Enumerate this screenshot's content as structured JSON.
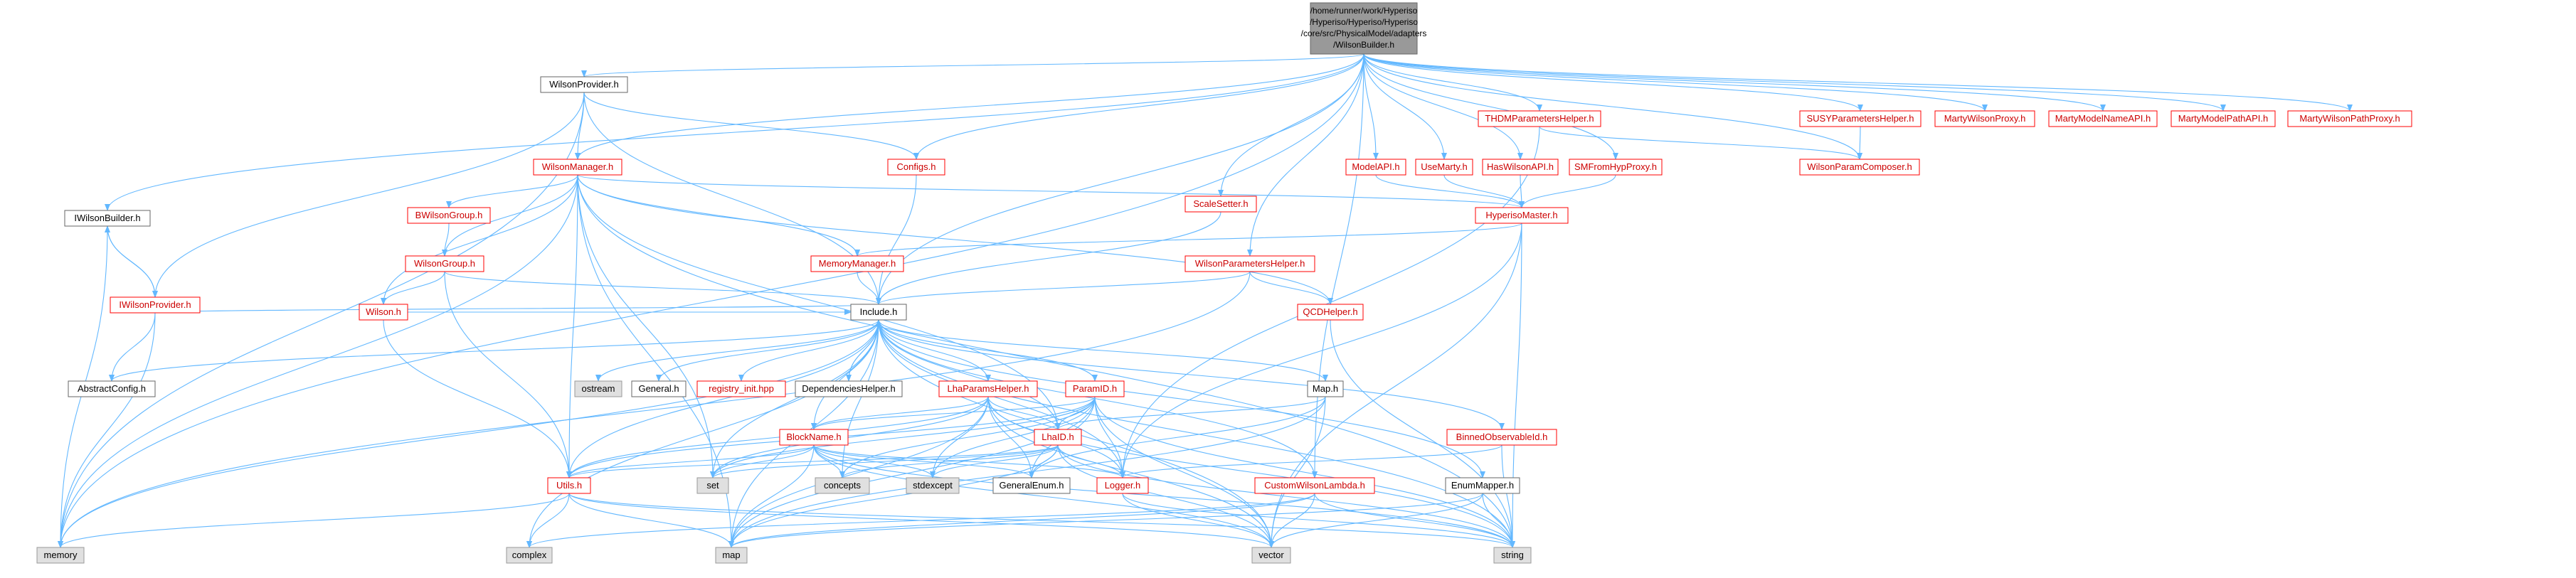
{
  "colors": {
    "edge": "#63b8ff",
    "node_fill": "#ffffff",
    "root_fill": "#999999",
    "grey_fill": "#e0e0e0",
    "red_border": "#ff0000",
    "black_border": "#666666",
    "red_text": "#cc0000",
    "black_text": "#000000"
  },
  "root": {
    "lines": [
      "/home/runner/work/Hyperiso",
      "/Hyperiso/Hyperiso/Hyperiso",
      "/core/src/PhysicalModel/adapters",
      "/WilsonBuilder.h"
    ]
  },
  "nodes": [
    {
      "id": "WilsonProvider_h",
      "label": "WilsonProvider.h",
      "style": "black"
    },
    {
      "id": "WilsonManager_h",
      "label": "WilsonManager.h",
      "style": "red"
    },
    {
      "id": "Configs_h",
      "label": "Configs.h",
      "style": "red"
    },
    {
      "id": "IWilsonBuilder_h",
      "label": "IWilsonBuilder.h",
      "style": "black"
    },
    {
      "id": "IWilsonProvider_h",
      "label": "IWilsonProvider.h",
      "style": "red"
    },
    {
      "id": "BWilsonGroup_h",
      "label": "BWilsonGroup.h",
      "style": "red"
    },
    {
      "id": "WilsonGroup_h",
      "label": "WilsonGroup.h",
      "style": "red"
    },
    {
      "id": "Wilson_h",
      "label": "Wilson.h",
      "style": "red"
    },
    {
      "id": "MemoryManager_h",
      "label": "MemoryManager.h",
      "style": "red"
    },
    {
      "id": "ScaleSetter_h",
      "label": "ScaleSetter.h",
      "style": "red"
    },
    {
      "id": "ModelAPI_h",
      "label": "ModelAPI.h",
      "style": "red"
    },
    {
      "id": "UseMarty_h",
      "label": "UseMarty.h",
      "style": "red"
    },
    {
      "id": "HasWilsonAPI_h",
      "label": "HasWilsonAPI.h",
      "style": "red"
    },
    {
      "id": "SMFromHypProxy_h",
      "label": "SMFromHypProxy.h",
      "style": "red"
    },
    {
      "id": "HyperisoMaster_h",
      "label": "HyperisoMaster.h",
      "style": "red"
    },
    {
      "id": "THDMParametersHelper_h",
      "label": "THDMParametersHelper.h",
      "style": "red"
    },
    {
      "id": "SUSYParametersHelper_h",
      "label": "SUSYParametersHelper.h",
      "style": "red"
    },
    {
      "id": "WilsonParamComposer_h",
      "label": "WilsonParamComposer.h",
      "style": "red"
    },
    {
      "id": "MartyWilsonProxy_h",
      "label": "MartyWilsonProxy.h",
      "style": "red"
    },
    {
      "id": "MartyModelNameAPI_h",
      "label": "MartyModelNameAPI.h",
      "style": "red"
    },
    {
      "id": "MartyModelPathAPI_h",
      "label": "MartyModelPathAPI.h",
      "style": "red"
    },
    {
      "id": "MartyWilsonPathProxy_h",
      "label": "MartyWilsonPathProxy.h",
      "style": "red"
    },
    {
      "id": "WilsonParametersHelper_h",
      "label": "WilsonParametersHelper.h",
      "style": "red"
    },
    {
      "id": "QCDHelper_h",
      "label": "QCDHelper.h",
      "style": "red"
    },
    {
      "id": "Include_h",
      "label": "Include.h",
      "style": "black"
    },
    {
      "id": "AbstractConfig_h",
      "label": "AbstractConfig.h",
      "style": "black"
    },
    {
      "id": "ostream",
      "label": "ostream",
      "style": "grey"
    },
    {
      "id": "General_h",
      "label": "General.h",
      "style": "black"
    },
    {
      "id": "registry_init_hpp",
      "label": "registry_init.hpp",
      "style": "red"
    },
    {
      "id": "DependenciesHelper_h",
      "label": "DependenciesHelper.h",
      "style": "black"
    },
    {
      "id": "LhaParamsHelper_h",
      "label": "LhaParamsHelper.h",
      "style": "red"
    },
    {
      "id": "ParamID_h",
      "label": "ParamID.h",
      "style": "red"
    },
    {
      "id": "Map_h",
      "label": "Map.h",
      "style": "black"
    },
    {
      "id": "BinnedObservableId_h",
      "label": "BinnedObservableId.h",
      "style": "red"
    },
    {
      "id": "BlockName_h",
      "label": "BlockName.h",
      "style": "red"
    },
    {
      "id": "LhaID_h",
      "label": "LhaID.h",
      "style": "red"
    },
    {
      "id": "Utils_h",
      "label": "Utils.h",
      "style": "red"
    },
    {
      "id": "set",
      "label": "set",
      "style": "grey"
    },
    {
      "id": "concepts",
      "label": "concepts",
      "style": "grey"
    },
    {
      "id": "stdexcept",
      "label": "stdexcept",
      "style": "grey"
    },
    {
      "id": "GeneralEnum_h",
      "label": "GeneralEnum.h",
      "style": "black"
    },
    {
      "id": "Logger_h",
      "label": "Logger.h",
      "style": "red"
    },
    {
      "id": "CustomWilsonLambda_h",
      "label": "CustomWilsonLambda.h",
      "style": "red"
    },
    {
      "id": "EnumMapper_h",
      "label": "EnumMapper.h",
      "style": "black"
    },
    {
      "id": "memory",
      "label": "memory",
      "style": "grey"
    },
    {
      "id": "complex",
      "label": "complex",
      "style": "grey"
    },
    {
      "id": "map",
      "label": "map",
      "style": "grey"
    },
    {
      "id": "vector",
      "label": "vector",
      "style": "grey"
    },
    {
      "id": "string",
      "label": "string",
      "style": "grey"
    }
  ],
  "edges": [
    [
      "root",
      "WilsonProvider_h"
    ],
    [
      "root",
      "WilsonManager_h"
    ],
    [
      "root",
      "Configs_h"
    ],
    [
      "root",
      "IWilsonBuilder_h"
    ],
    [
      "root",
      "Include_h"
    ],
    [
      "root",
      "ScaleSetter_h"
    ],
    [
      "root",
      "ModelAPI_h"
    ],
    [
      "root",
      "UseMarty_h"
    ],
    [
      "root",
      "HasWilsonAPI_h"
    ],
    [
      "root",
      "SMFromHypProxy_h"
    ],
    [
      "root",
      "THDMParametersHelper_h"
    ],
    [
      "root",
      "SUSYParametersHelper_h"
    ],
    [
      "root",
      "WilsonParamComposer_h"
    ],
    [
      "root",
      "MartyWilsonProxy_h"
    ],
    [
      "root",
      "MartyModelNameAPI_h"
    ],
    [
      "root",
      "MartyModelPathAPI_h"
    ],
    [
      "root",
      "MartyWilsonPathProxy_h"
    ],
    [
      "root",
      "WilsonParametersHelper_h"
    ],
    [
      "root",
      "CustomWilsonLambda_h"
    ],
    [
      "root",
      "memory"
    ],
    [
      "WilsonProvider_h",
      "WilsonManager_h"
    ],
    [
      "WilsonProvider_h",
      "Configs_h"
    ],
    [
      "WilsonProvider_h",
      "IWilsonProvider_h"
    ],
    [
      "WilsonProvider_h",
      "Include_h"
    ],
    [
      "WilsonProvider_h",
      "memory"
    ],
    [
      "WilsonManager_h",
      "BWilsonGroup_h"
    ],
    [
      "WilsonManager_h",
      "WilsonGroup_h"
    ],
    [
      "WilsonManager_h",
      "Wilson_h"
    ],
    [
      "WilsonManager_h",
      "MemoryManager_h"
    ],
    [
      "WilsonManager_h",
      "HyperisoMaster_h"
    ],
    [
      "WilsonManager_h",
      "QCDHelper_h"
    ],
    [
      "WilsonManager_h",
      "LhaID_h"
    ],
    [
      "WilsonManager_h",
      "Utils_h"
    ],
    [
      "WilsonManager_h",
      "set"
    ],
    [
      "WilsonManager_h",
      "map"
    ],
    [
      "WilsonManager_h",
      "memory"
    ],
    [
      "WilsonManager_h",
      "string"
    ],
    [
      "Configs_h",
      "Include_h"
    ],
    [
      "IWilsonBuilder_h",
      "IWilsonProvider_h"
    ],
    [
      "IWilsonBuilder_h",
      "memory"
    ],
    [
      "IWilsonProvider_h",
      "IWilsonBuilder_h"
    ],
    [
      "IWilsonProvider_h",
      "AbstractConfig_h"
    ],
    [
      "IWilsonProvider_h",
      "Include_h"
    ],
    [
      "IWilsonProvider_h",
      "memory"
    ],
    [
      "BWilsonGroup_h",
      "WilsonGroup_h"
    ],
    [
      "WilsonGroup_h",
      "Wilson_h"
    ],
    [
      "WilsonGroup_h",
      "Include_h"
    ],
    [
      "WilsonGroup_h",
      "Utils_h"
    ],
    [
      "Wilson_h",
      "Include_h"
    ],
    [
      "Wilson_h",
      "Utils_h"
    ],
    [
      "MemoryManager_h",
      "Include_h"
    ],
    [
      "ScaleSetter_h",
      "Include_h"
    ],
    [
      "ModelAPI_h",
      "HyperisoMaster_h"
    ],
    [
      "UseMarty_h",
      "HyperisoMaster_h"
    ],
    [
      "HasWilsonAPI_h",
      "HyperisoMaster_h"
    ],
    [
      "SMFromHypProxy_h",
      "HyperisoMaster_h"
    ],
    [
      "HyperisoMaster_h",
      "MemoryManager_h"
    ],
    [
      "HyperisoMaster_h",
      "Logger_h"
    ],
    [
      "HyperisoMaster_h",
      "vector"
    ],
    [
      "HyperisoMaster_h",
      "string"
    ],
    [
      "THDMParametersHelper_h",
      "WilsonParamComposer_h"
    ],
    [
      "THDMParametersHelper_h",
      "Logger_h"
    ],
    [
      "SUSYParametersHelper_h",
      "WilsonParamComposer_h"
    ],
    [
      "WilsonParametersHelper_h",
      "Include_h"
    ],
    [
      "WilsonParametersHelper_h",
      "QCDHelper_h"
    ],
    [
      "WilsonParametersHelper_h",
      "memory"
    ],
    [
      "QCDHelper_h",
      "string"
    ],
    [
      "Include_h",
      "AbstractConfig_h"
    ],
    [
      "Include_h",
      "ostream"
    ],
    [
      "Include_h",
      "General_h"
    ],
    [
      "Include_h",
      "registry_init_hpp"
    ],
    [
      "Include_h",
      "DependenciesHelper_h"
    ],
    [
      "Include_h",
      "LhaParamsHelper_h"
    ],
    [
      "Include_h",
      "ParamID_h"
    ],
    [
      "Include_h",
      "Map_h"
    ],
    [
      "Include_h",
      "BinnedObservableId_h"
    ],
    [
      "Include_h",
      "BlockName_h"
    ],
    [
      "Include_h",
      "LhaID_h"
    ],
    [
      "Include_h",
      "Utils_h"
    ],
    [
      "Include_h",
      "Logger_h"
    ],
    [
      "Include_h",
      "CustomWilsonLambda_h"
    ],
    [
      "Include_h",
      "EnumMapper_h"
    ],
    [
      "Include_h",
      "memory"
    ],
    [
      "Include_h",
      "complex"
    ],
    [
      "Include_h",
      "map"
    ],
    [
      "Include_h",
      "vector"
    ],
    [
      "Include_h",
      "string"
    ],
    [
      "Include_h",
      "set"
    ],
    [
      "Include_h",
      "concepts"
    ],
    [
      "DependenciesHelper_h",
      "Include_h"
    ],
    [
      "LhaParamsHelper_h",
      "BlockName_h"
    ],
    [
      "LhaParamsHelper_h",
      "LhaID_h"
    ],
    [
      "LhaParamsHelper_h",
      "Utils_h"
    ],
    [
      "LhaParamsHelper_h",
      "Logger_h"
    ],
    [
      "LhaParamsHelper_h",
      "GeneralEnum_h"
    ],
    [
      "LhaParamsHelper_h",
      "stdexcept"
    ],
    [
      "LhaParamsHelper_h",
      "map"
    ],
    [
      "LhaParamsHelper_h",
      "set"
    ],
    [
      "LhaParamsHelper_h",
      "string"
    ],
    [
      "LhaParamsHelper_h",
      "vector"
    ],
    [
      "ParamID_h",
      "BlockName_h"
    ],
    [
      "ParamID_h",
      "LhaID_h"
    ],
    [
      "ParamID_h",
      "Utils_h"
    ],
    [
      "ParamID_h",
      "Logger_h"
    ],
    [
      "ParamID_h",
      "GeneralEnum_h"
    ],
    [
      "ParamID_h",
      "concepts"
    ],
    [
      "ParamID_h",
      "stdexcept"
    ],
    [
      "ParamID_h",
      "set"
    ],
    [
      "ParamID_h",
      "map"
    ],
    [
      "ParamID_h",
      "string"
    ],
    [
      "ParamID_h",
      "vector"
    ],
    [
      "Map_h",
      "LhaID_h"
    ],
    [
      "Map_h",
      "GeneralEnum_h"
    ],
    [
      "Map_h",
      "map"
    ],
    [
      "Map_h",
      "vector"
    ],
    [
      "BinnedObservableId_h",
      "Logger_h"
    ],
    [
      "BinnedObservableId_h",
      "string"
    ],
    [
      "BlockName_h",
      "Utils_h"
    ],
    [
      "BlockName_h",
      "set"
    ],
    [
      "BlockName_h",
      "concepts"
    ],
    [
      "BlockName_h",
      "stdexcept"
    ],
    [
      "BlockName_h",
      "GeneralEnum_h"
    ],
    [
      "BlockName_h",
      "Logger_h"
    ],
    [
      "BlockName_h",
      "map"
    ],
    [
      "BlockName_h",
      "vector"
    ],
    [
      "BlockName_h",
      "string"
    ],
    [
      "LhaID_h",
      "Utils_h"
    ],
    [
      "LhaID_h",
      "set"
    ],
    [
      "LhaID_h",
      "concepts"
    ],
    [
      "LhaID_h",
      "stdexcept"
    ],
    [
      "LhaID_h",
      "GeneralEnum_h"
    ],
    [
      "LhaID_h",
      "Logger_h"
    ],
    [
      "LhaID_h",
      "map"
    ],
    [
      "LhaID_h",
      "vector"
    ],
    [
      "LhaID_h",
      "string"
    ],
    [
      "Utils_h",
      "memory"
    ],
    [
      "Utils_h",
      "complex"
    ],
    [
      "Utils_h",
      "map"
    ],
    [
      "Utils_h",
      "vector"
    ],
    [
      "Utils_h",
      "string"
    ],
    [
      "Logger_h",
      "vector"
    ],
    [
      "Logger_h",
      "string"
    ],
    [
      "CustomWilsonLambda_h",
      "complex"
    ],
    [
      "CustomWilsonLambda_h",
      "map"
    ],
    [
      "CustomWilsonLambda_h",
      "vector"
    ],
    [
      "CustomWilsonLambda_h",
      "string"
    ],
    [
      "EnumMapper_h",
      "map"
    ],
    [
      "EnumMapper_h",
      "vector"
    ],
    [
      "EnumMapper_h",
      "string"
    ]
  ]
}
